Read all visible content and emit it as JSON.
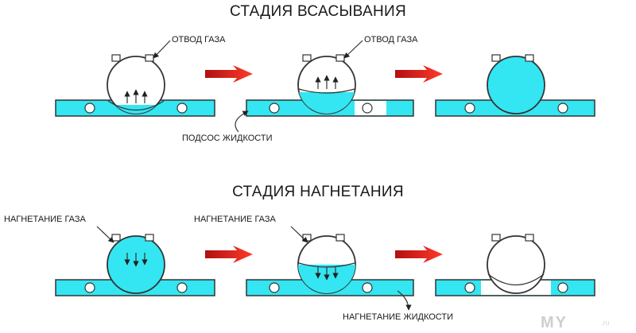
{
  "stages": [
    {
      "title": "СТАДИЯ ВСАСЫВАНИЯ"
    },
    {
      "title": "СТАДИЯ НАГНЕТАНИЯ"
    }
  ],
  "labels": {
    "gas_out_1": "ОТВОД ГАЗА",
    "gas_out_2": "ОТВОД ГАЗА",
    "liquid_suction": "ПОДСОС ЖИДКОСТИ",
    "gas_inject_1": "НАГНЕТАНИЕ ГАЗА",
    "gas_inject_2": "НАГНЕТАНИЕ ГАЗА",
    "liquid_inject": "НАГНЕТАНИЕ ЖИДКОСТИ"
  },
  "watermark": {
    "brand": "MY",
    "domain": ".ru"
  },
  "colors": {
    "liquid": "#33e6f2",
    "arrow": "#e02121",
    "outline": "#333333"
  }
}
